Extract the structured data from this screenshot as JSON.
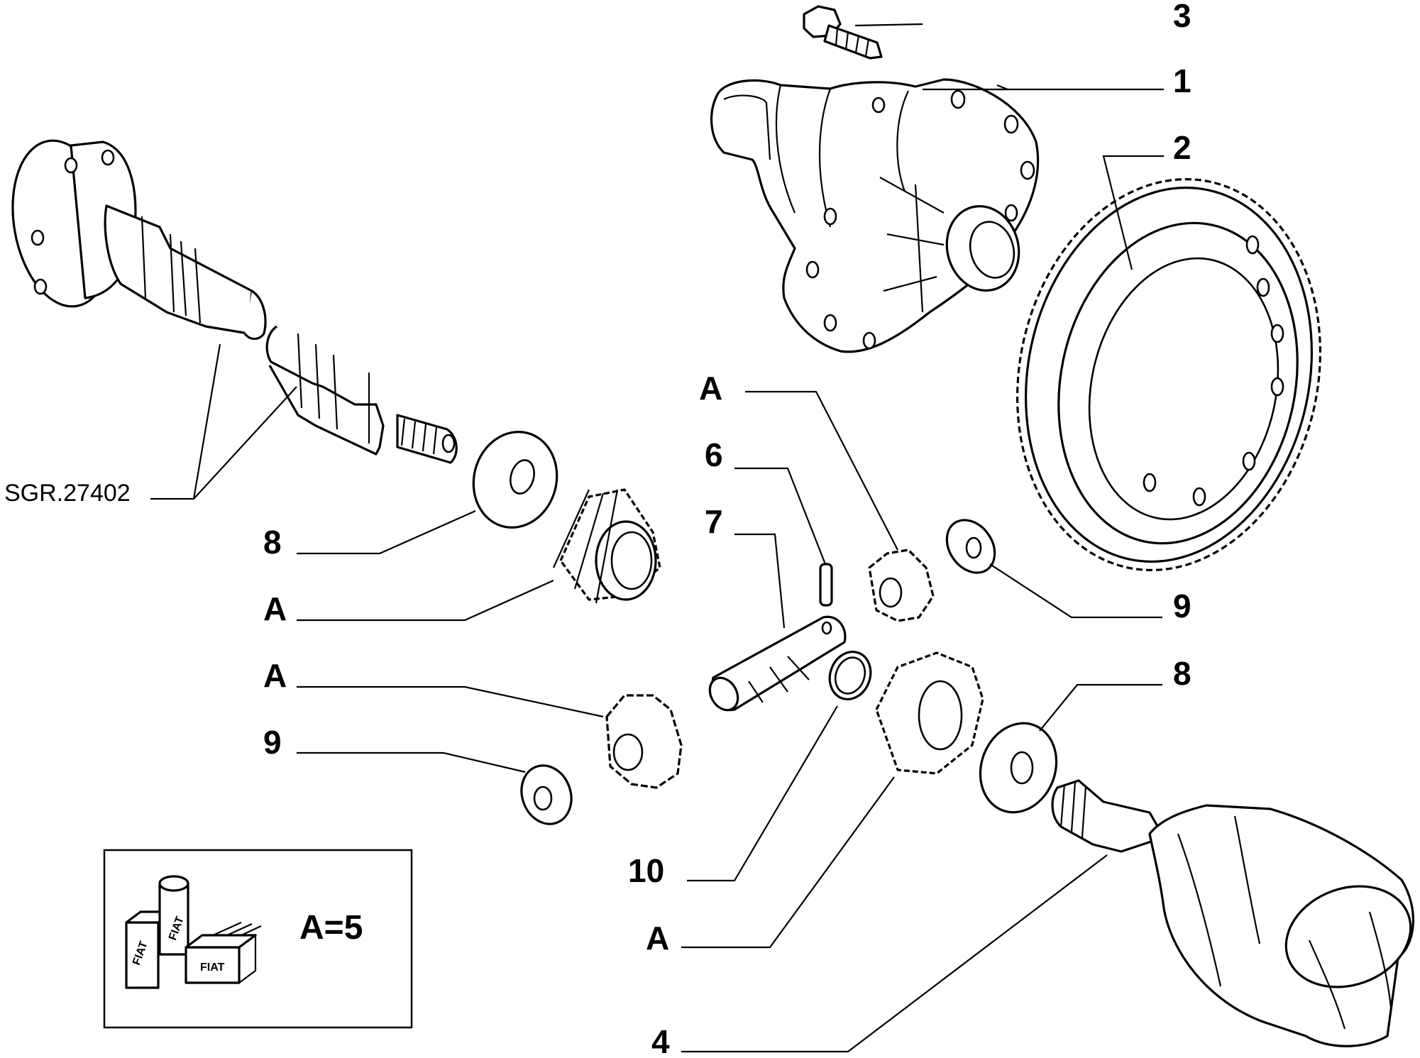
{
  "callouts": {
    "c3": "3",
    "c1": "1",
    "c2": "2",
    "a_top": "A",
    "c6": "6",
    "c7": "7",
    "c9_right": "9",
    "c8_right": "8",
    "c8_left": "8",
    "a_left_upper": "A",
    "a_left_lower": "A",
    "c9_left": "9",
    "c10": "10",
    "a_bottom": "A",
    "c4": "4"
  },
  "reference_code": "SGR.27402",
  "legend": {
    "text": "A=5",
    "icon_box_labels": [
      "FIAT",
      "FIAT",
      "FIAT"
    ]
  }
}
